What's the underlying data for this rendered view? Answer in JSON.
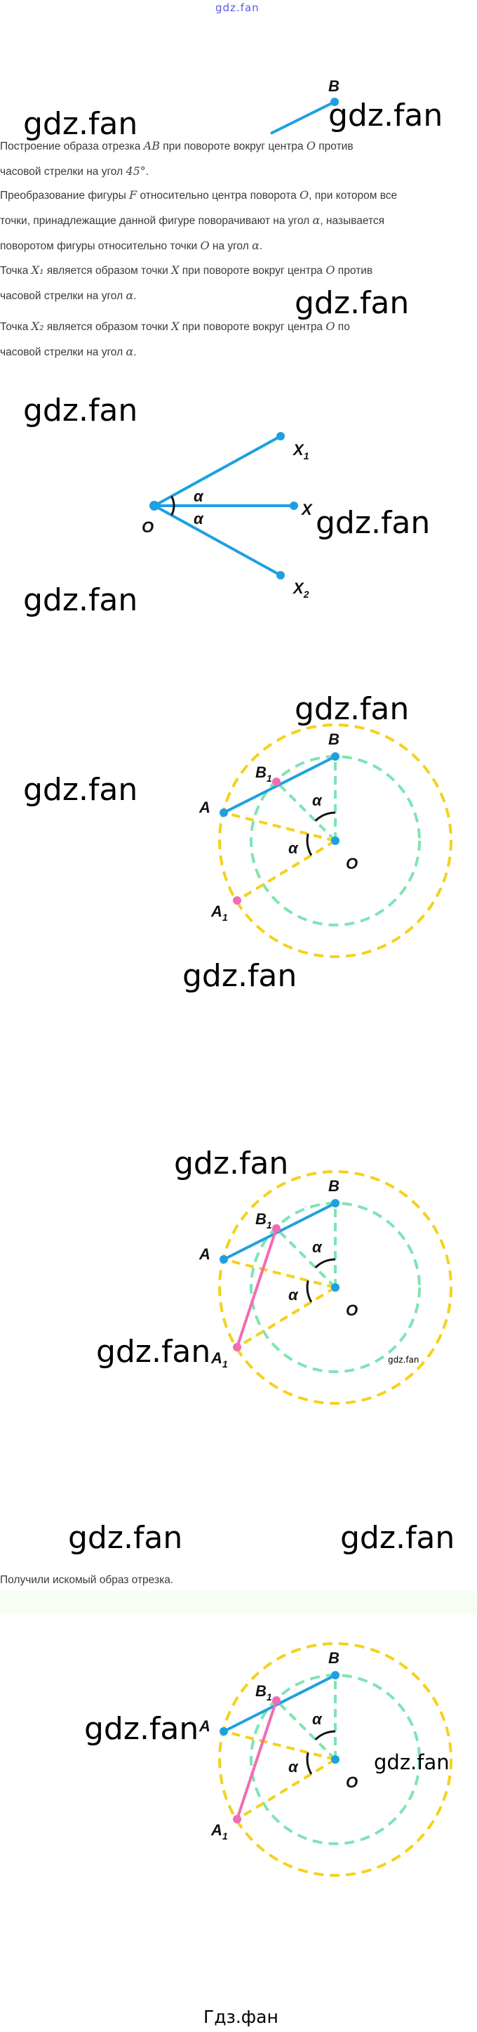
{
  "header": {
    "site": "gdz.fan"
  },
  "watermark": "gdz.fan",
  "footer_watermark": "Гдз.фан",
  "paragraphs": [
    [
      [
        {
          "t": "Построение образа отрезка "
        },
        {
          "m": "AB"
        },
        {
          "t": " при повороте вокруг центра "
        },
        {
          "m": "O"
        },
        {
          "t": " против"
        }
      ],
      [
        {
          "t": "часовой стрелки на угол "
        },
        {
          "m": "45°"
        },
        {
          "t": "."
        }
      ]
    ],
    [
      [
        {
          "t": "Преобразование фигуры "
        },
        {
          "m": "F"
        },
        {
          "t": " относительно центра поворота "
        },
        {
          "m": "O"
        },
        {
          "t": ", при котором все"
        }
      ],
      [
        {
          "t": "точки, принадлежащие данной фигуре поворачивают на угол "
        },
        {
          "m": "α"
        },
        {
          "t": ", называется"
        }
      ],
      [
        {
          "t": "поворотом фигуры относительно точки "
        },
        {
          "m": "O"
        },
        {
          "t": " на угол "
        },
        {
          "m": "α"
        },
        {
          "t": "."
        }
      ]
    ],
    [
      [
        {
          "t": "Точка "
        },
        {
          "m": "X₁"
        },
        {
          "t": " является образом точки "
        },
        {
          "m": "X"
        },
        {
          "t": " при повороте вокруг центра "
        },
        {
          "m": "O"
        },
        {
          "t": " против"
        }
      ],
      [
        {
          "t": "часовой стрелки на угол "
        },
        {
          "m": "α"
        },
        {
          "t": "."
        }
      ]
    ],
    [
      [
        {
          "t": "Точка "
        },
        {
          "m": "X₂"
        },
        {
          "t": " является образом точки "
        },
        {
          "m": "X"
        },
        {
          "t": " при повороте вокруг центра "
        },
        {
          "m": "O"
        },
        {
          "t": " по"
        }
      ],
      [
        {
          "t": "часовой стрелки на угол "
        },
        {
          "m": "α"
        },
        {
          "t": "."
        }
      ]
    ],
    [
      [
        {
          "t": "Получили искомый образ отрезка."
        }
      ]
    ]
  ],
  "figures": {
    "segment": {
      "B": "B"
    },
    "rotation_points": {
      "O": "O",
      "X": "X",
      "X1": "X",
      "X1_sub": "1",
      "X2": "X",
      "X2_sub": "2",
      "alpha": "α"
    },
    "rotation_segment": {
      "A": "A",
      "B": "B",
      "A1": "A",
      "A1_sub": "1",
      "B1": "B",
      "B1_sub": "1",
      "O": "O",
      "alpha": "α"
    }
  },
  "colors": {
    "blue": "#1ea0e0",
    "pink": "#f26bb5",
    "yellow": "#f5d11c",
    "green": "#7fe3b3",
    "header": "#5a5ae6"
  }
}
